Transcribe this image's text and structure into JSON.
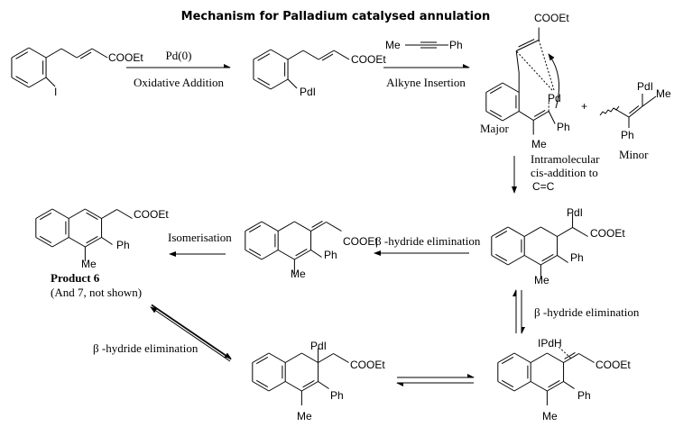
{
  "title": "Mechanism for Palladium catalysed annulation",
  "step1": {
    "reagent": "Pd(0)",
    "label": "Oxidative Addition",
    "start": {
      "ester": "COOEt",
      "halide": "I"
    },
    "product": {
      "ester": "COOEt",
      "pd": "PdI"
    }
  },
  "step2": {
    "alkyne_me": "Me",
    "alkyne_ph": "Ph",
    "label": "Alkyne Insertion",
    "major": {
      "ester": "COOEt",
      "pd": "Pd",
      "ph": "Ph",
      "me": "Me",
      "tag": "Major"
    },
    "plus": "+",
    "minor": {
      "pd": "PdI",
      "me": "Me",
      "ph": "Ph",
      "tag": "Minor"
    }
  },
  "step3": {
    "label_lines": [
      "Intramolecular",
      "cis-addition to",
      "C=C"
    ],
    "product": {
      "pd": "PdI",
      "ester": "COOEt",
      "ph": "Ph",
      "me": "Me"
    }
  },
  "step4": {
    "label": "β -hydride elimination",
    "product": {
      "ester": "COOEt",
      "ph": "Ph",
      "me": "Me"
    }
  },
  "step5": {
    "label": "Isomerisation",
    "product": {
      "ester": "COOEt",
      "ph": "Ph",
      "me": "Me",
      "name": "Product 6",
      "note": "(And 7,  not shown)"
    }
  },
  "side": {
    "vertical_label": "β -hydride elimination",
    "diagonal_label": "β -hydride elimination",
    "hydride": {
      "pd": "IPdH",
      "ester": "COOEt",
      "ph": "Ph",
      "me": "Me"
    },
    "readdition": {
      "pd": "PdI",
      "ester": "COOEt",
      "ph": "Ph",
      "me": "Me"
    }
  }
}
